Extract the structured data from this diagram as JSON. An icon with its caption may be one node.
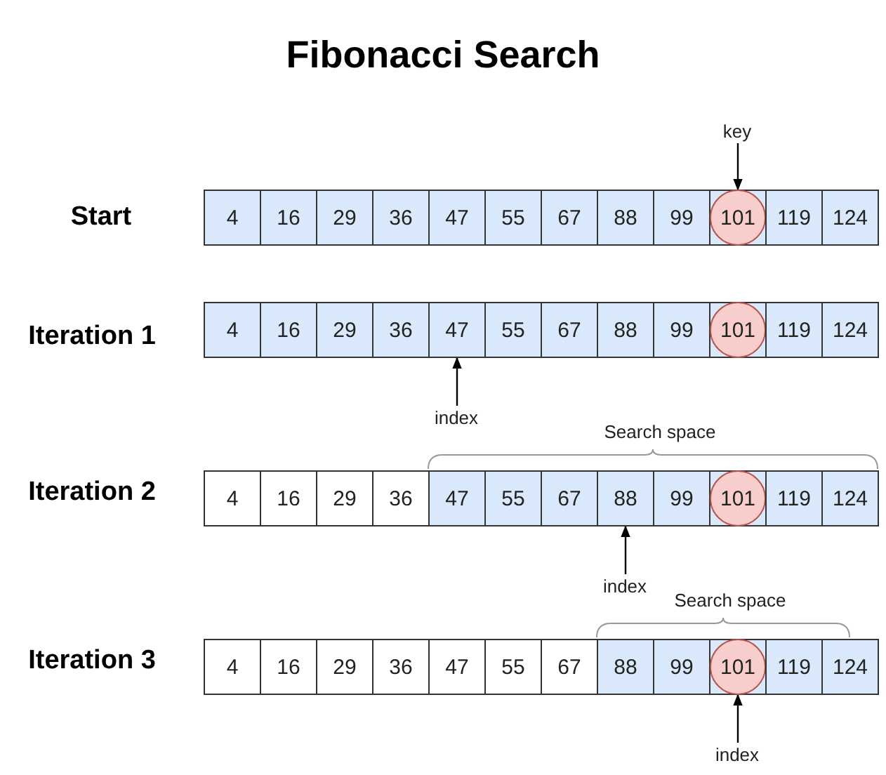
{
  "diagram": {
    "title": "Fibonacci Search",
    "nodes": [
      {
        "text": [
          "key"
        ]
      },
      {
        "text": [
          "4"
        ]
      },
      {
        "text": [
          "16"
        ]
      },
      {
        "text": [
          "29"
        ]
      },
      {
        "text": [
          "36"
        ]
      },
      {
        "text": [
          "47"
        ]
      },
      {
        "text": [
          "55"
        ]
      },
      {
        "text": [
          "67"
        ]
      },
      {
        "text": [
          "88"
        ]
      },
      {
        "text": [
          "99"
        ]
      },
      {
        "text": [
          "101"
        ]
      },
      {
        "text": [
          "119"
        ]
      },
      {
        "text": [
          "124"
        ]
      },
      {
        "text": [
          "4"
        ]
      },
      {
        "text": [
          "16"
        ]
      },
      {
        "text": [
          "29"
        ]
      },
      {
        "text": [
          "36"
        ]
      },
      {
        "text": [
          "47"
        ]
      },
      {
        "text": [
          "55"
        ]
      },
      {
        "text": [
          "67"
        ]
      },
      {
        "text": [
          "88"
        ]
      },
      {
        "text": [
          "99"
        ]
      },
      {
        "text": [
          "101"
        ]
      },
      {
        "text": [
          "119"
        ]
      },
      {
        "text": [
          "124"
        ]
      },
      {
        "text": [
          "index"
        ]
      },
      {
        "text": [
          "4"
        ]
      },
      {
        "text": [
          "16"
        ]
      },
      {
        "text": [
          "29"
        ]
      },
      {
        "text": [
          "36"
        ]
      },
      {
        "text": [
          "47"
        ]
      },
      {
        "text": [
          "55"
        ]
      },
      {
        "text": [
          "67"
        ]
      },
      {
        "text": [
          "88"
        ]
      },
      {
        "text": [
          "99"
        ]
      },
      {
        "text": [
          "101"
        ]
      },
      {
        "text": [
          "119"
        ]
      },
      {
        "text": [
          "124"
        ]
      },
      {
        "text": [
          "index"
        ]
      },
      {
        "text": [
          "4"
        ]
      },
      {
        "text": [
          "16"
        ]
      },
      {
        "text": [
          "29"
        ]
      },
      {
        "text": [
          "36"
        ]
      },
      {
        "text": [
          "47"
        ]
      },
      {
        "text": [
          "55"
        ]
      },
      {
        "text": [
          "67"
        ]
      },
      {
        "text": [
          "88"
        ]
      },
      {
        "text": [
          "99"
        ]
      },
      {
        "text": [
          "101"
        ]
      },
      {
        "text": [
          "119"
        ]
      },
      {
        "text": [
          "124"
        ]
      },
      {
        "text": [
          "index"
        ]
      }
    ],
    "edges": [
      {
        "from": 0,
        "to": 10,
        "arrow": "to"
      },
      {
        "from": 25,
        "to": 17,
        "arrow": "to"
      },
      {
        "from": 38,
        "to": 33,
        "arrow": "to"
      },
      {
        "from": 51,
        "to": 48,
        "arrow": "to"
      }
    ],
    "labels": [
      "Start",
      "Iteration 1",
      "Search space",
      "Iteration 2",
      "Search space",
      "Iteration 3"
    ]
  }
}
